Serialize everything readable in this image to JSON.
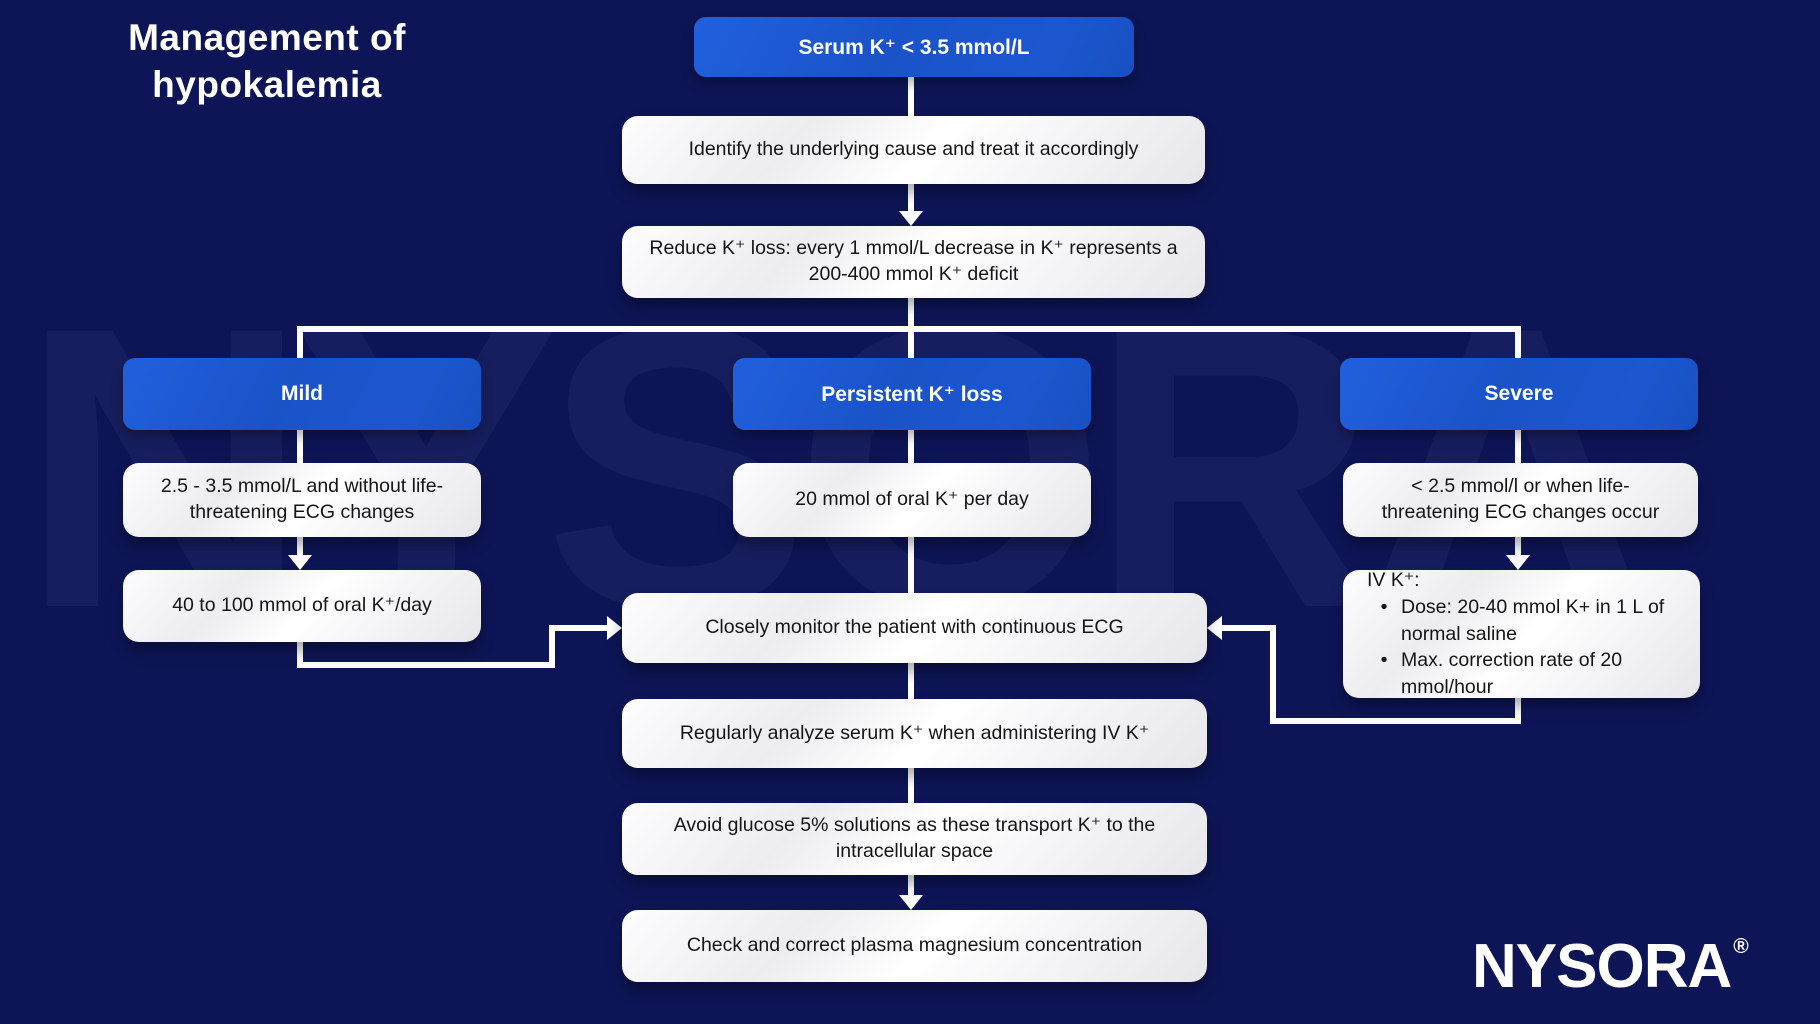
{
  "page": {
    "title": "Management of hypokalemia",
    "watermark": "NYSORA",
    "brand": "NYSORA",
    "brand_mark": "®"
  },
  "colors": {
    "background": "#0d1557",
    "accent_blue": "#1b57cf",
    "box_background": "#ffffff",
    "text_dark": "#151515",
    "text_light": "#ffffff"
  },
  "flow": {
    "serum": "Serum K⁺ < 3.5 mmol/L",
    "identify": "Identify the underlying cause and treat it accordingly",
    "reduce": "Reduce K⁺ loss: every 1 mmol/L decrease in K⁺ represents a 200-400 mmol K⁺ deficit",
    "branches": {
      "mild": {
        "header": "Mild",
        "criteria": "2.5 - 3.5 mmol/L and without life-threatening ECG changes",
        "treatment": "40 to 100 mmol of oral K⁺/day"
      },
      "persistent": {
        "header": "Persistent K⁺ loss",
        "treatment": "20 mmol of oral K⁺ per day"
      },
      "severe": {
        "header": "Severe",
        "criteria": "< 2.5 mmol/l or when life-threatening ECG changes occur",
        "iv_title": "IV K⁺:",
        "bullet_glyph": "•",
        "iv_items": [
          "Dose: 20-40 mmol K+ in 1 L of normal saline",
          "Max. correction rate of 20 mmol/hour"
        ]
      }
    },
    "monitor": "Closely monitor the patient with continuous ECG",
    "analyze": "Regularly analyze serum K⁺ when administering IV K⁺",
    "avoid": "Avoid glucose 5% solutions as these transport K⁺ to the intracellular space",
    "check": "Check and correct plasma magnesium concentration"
  }
}
